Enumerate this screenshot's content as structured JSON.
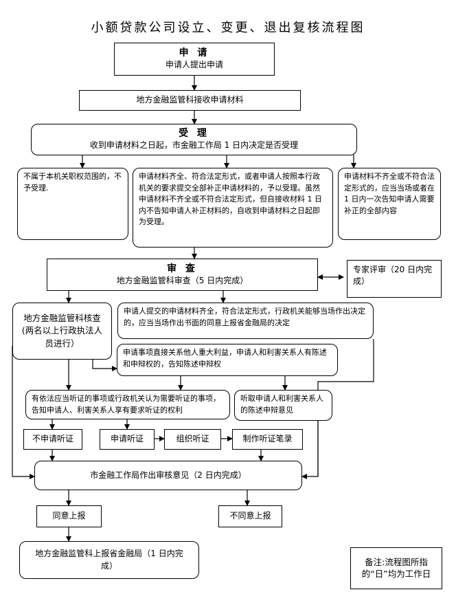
{
  "title": "小额贷款公司设立、变更、退出复核流程图",
  "apply": {
    "head": "申  请",
    "text": "申请人提出申请"
  },
  "receive": {
    "text": "地方金融监管科接收申请材料"
  },
  "accept": {
    "head": "受  理",
    "text": "收到申请材料之日起，市金融工作局 1 日内决定是否受理"
  },
  "reject_scope": {
    "text": "不属于本机关职权范围的，不予受理."
  },
  "accept_cond": {
    "text": "申请材料齐全、符合法定形式，或者申请人按照本行政机关的要求提交全部补正申请材料的，予以受理。虽然申请材料不齐全或不符合法定形式，但自接收材料 1 日内不告知申请人补正材料的，自收到申请材料之日起即为受理。"
  },
  "incomplete": {
    "text": "申请材料不齐全或不符合法定形式的，应当当场或者在 1 日内一次告知申请人需要补正的全部内容"
  },
  "review": {
    "head": "审  查",
    "text": "地方金融监管科审查（5 日内完成）"
  },
  "expert": {
    "text": "专家评审（20 日内完成）"
  },
  "verify": {
    "text": "地方金融监管科核查(两名以上行政执法人员进行）"
  },
  "decide_spot": {
    "text": "申请人提交的申请材料齐全，符合法定形式，行政机关能够当场作出决定的，应当当场作出书面的同意上报省金融局的决定"
  },
  "major_interest": {
    "text": "申请事项直接关系他人重大利益，申请人和利害关系人有陈述和申辩权的，告知陈述申辩权"
  },
  "hearing_notice": {
    "text": "有依法应当听证的事项或行政机关认为需要听证的事项，告知申请人、利害关系人享有要求听证的权利"
  },
  "listen": {
    "text": "听取申请人和利害关系人的陈述申辩意见"
  },
  "no_hearing": {
    "text": "不申请听证"
  },
  "req_hearing": {
    "text": "申请听证"
  },
  "org_hearing": {
    "text": "组织听证"
  },
  "record": {
    "text": "制作听证笔录"
  },
  "opinion": {
    "text": "市金融工作局作出审核意见（2 日内完成）"
  },
  "agree": {
    "text": "同意上报"
  },
  "disagree": {
    "text": "不同意上报"
  },
  "report": {
    "text": "地方金融监管科上报省金融局（1 日内完成）"
  },
  "note": {
    "text": "备注:流程图所指的“日”均为工作日"
  }
}
